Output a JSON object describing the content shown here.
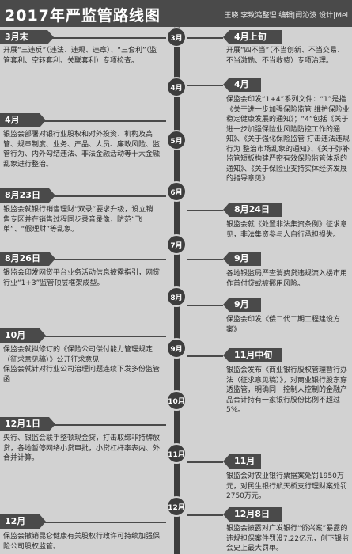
{
  "header": {
    "title": "2017年严监管路线图",
    "credits": "王晓  李致鸿整理  编辑|闫沁波  设计|Mel"
  },
  "timeline": [
    "3月",
    "4月",
    "5月",
    "6月",
    "7月",
    "8月",
    "9月",
    "10月",
    "11月",
    "12月"
  ],
  "left": [
    {
      "date": "3月末",
      "text": "开展“三违反”（违法、违规、违章）、“三套利”（监管套利、空转套利、关联套利）专项检查。"
    },
    {
      "date": "4月",
      "text": "银监会部署对银行业股权和对外投资、机构及高管、规章制度、业务、产品、人员、廉政风险、监管行为、内外勾结违法、非法金融活动等十大金融乱象进行整治。"
    },
    {
      "date": "8月23日",
      "text": "银监会就银行销售理财“双录”要求升级，设立销售专区并在销售过程同步录音录像，防范“飞单”、“假理财”等乱象。"
    },
    {
      "date": "8月26日",
      "text": "银监会印发网贷平台业务活动信息披露指引，网贷行业“1+3”监管顶层框架成型。"
    },
    {
      "date": "10月",
      "text": "保监会就拟修订的《保险公司偿付能力管理规定（征求意见稿）》公开征求意见\n保监会就针对行业公司治理问题连续下发多份监管函"
    },
    {
      "date": "12月1日",
      "text": "央行、银监会联手整顿现金贷，打击取缔非持牌放贷，各地暂停网络小贷审批，小贷杠杆率表内、外合并计算。"
    },
    {
      "date": "12月",
      "text": "保监会撤销昆仑健康有关股权行政许可持续加强保险公司股权监管。"
    }
  ],
  "right": [
    {
      "date": "4月上旬",
      "text": "开展“四不当”（不当创新、不当交易、不当激励、不当收费）专项治理。"
    },
    {
      "date": "4月",
      "text": "保监会印发“1+4”系列文件：“1”是指《关于进一步加强保险监管 维护保险业稳定健康发展的通知》；“4”包括《关于进一步加强保险业风险防控工作的通知》、《关于强化保险监管 打击违法违规行为 整治市场乱象的通知》、《关于弥补监管短板构建严密有效保险监管体系的通知》、《关于保险业支持实体经济发展的指导意见》"
    },
    {
      "date": "8月24日",
      "text": "银监会就《处置非法集资条例》征求意见，非法集资参与人自行承担损失。"
    },
    {
      "date": "9月",
      "text": "各地银监局严查消费贷违规流入楼市用作首付贷或被挪用风险。"
    },
    {
      "date": "9月",
      "text": "保监会印发《偿二代二期工程建设方案》"
    },
    {
      "date": "11月中旬",
      "text": "银监会发布《商业银行股权管理暂行办法（征求意见稿）》，对商业银行股东穿透监管，明确同一控制人控制的金融产品合计持有一家银行股份比例不超过5%。"
    },
    {
      "date": "11月",
      "text": "银监会对农业银行票据案处罚1950万元，对民生银行航天桥支行理财案处罚2750万元。"
    },
    {
      "date": "12月8日",
      "text": "银监会披露对广发银行“侨兴案”暴露的违规担保案件罚没7.22亿元，创下银监会史上最大罚单。"
    }
  ]
}
